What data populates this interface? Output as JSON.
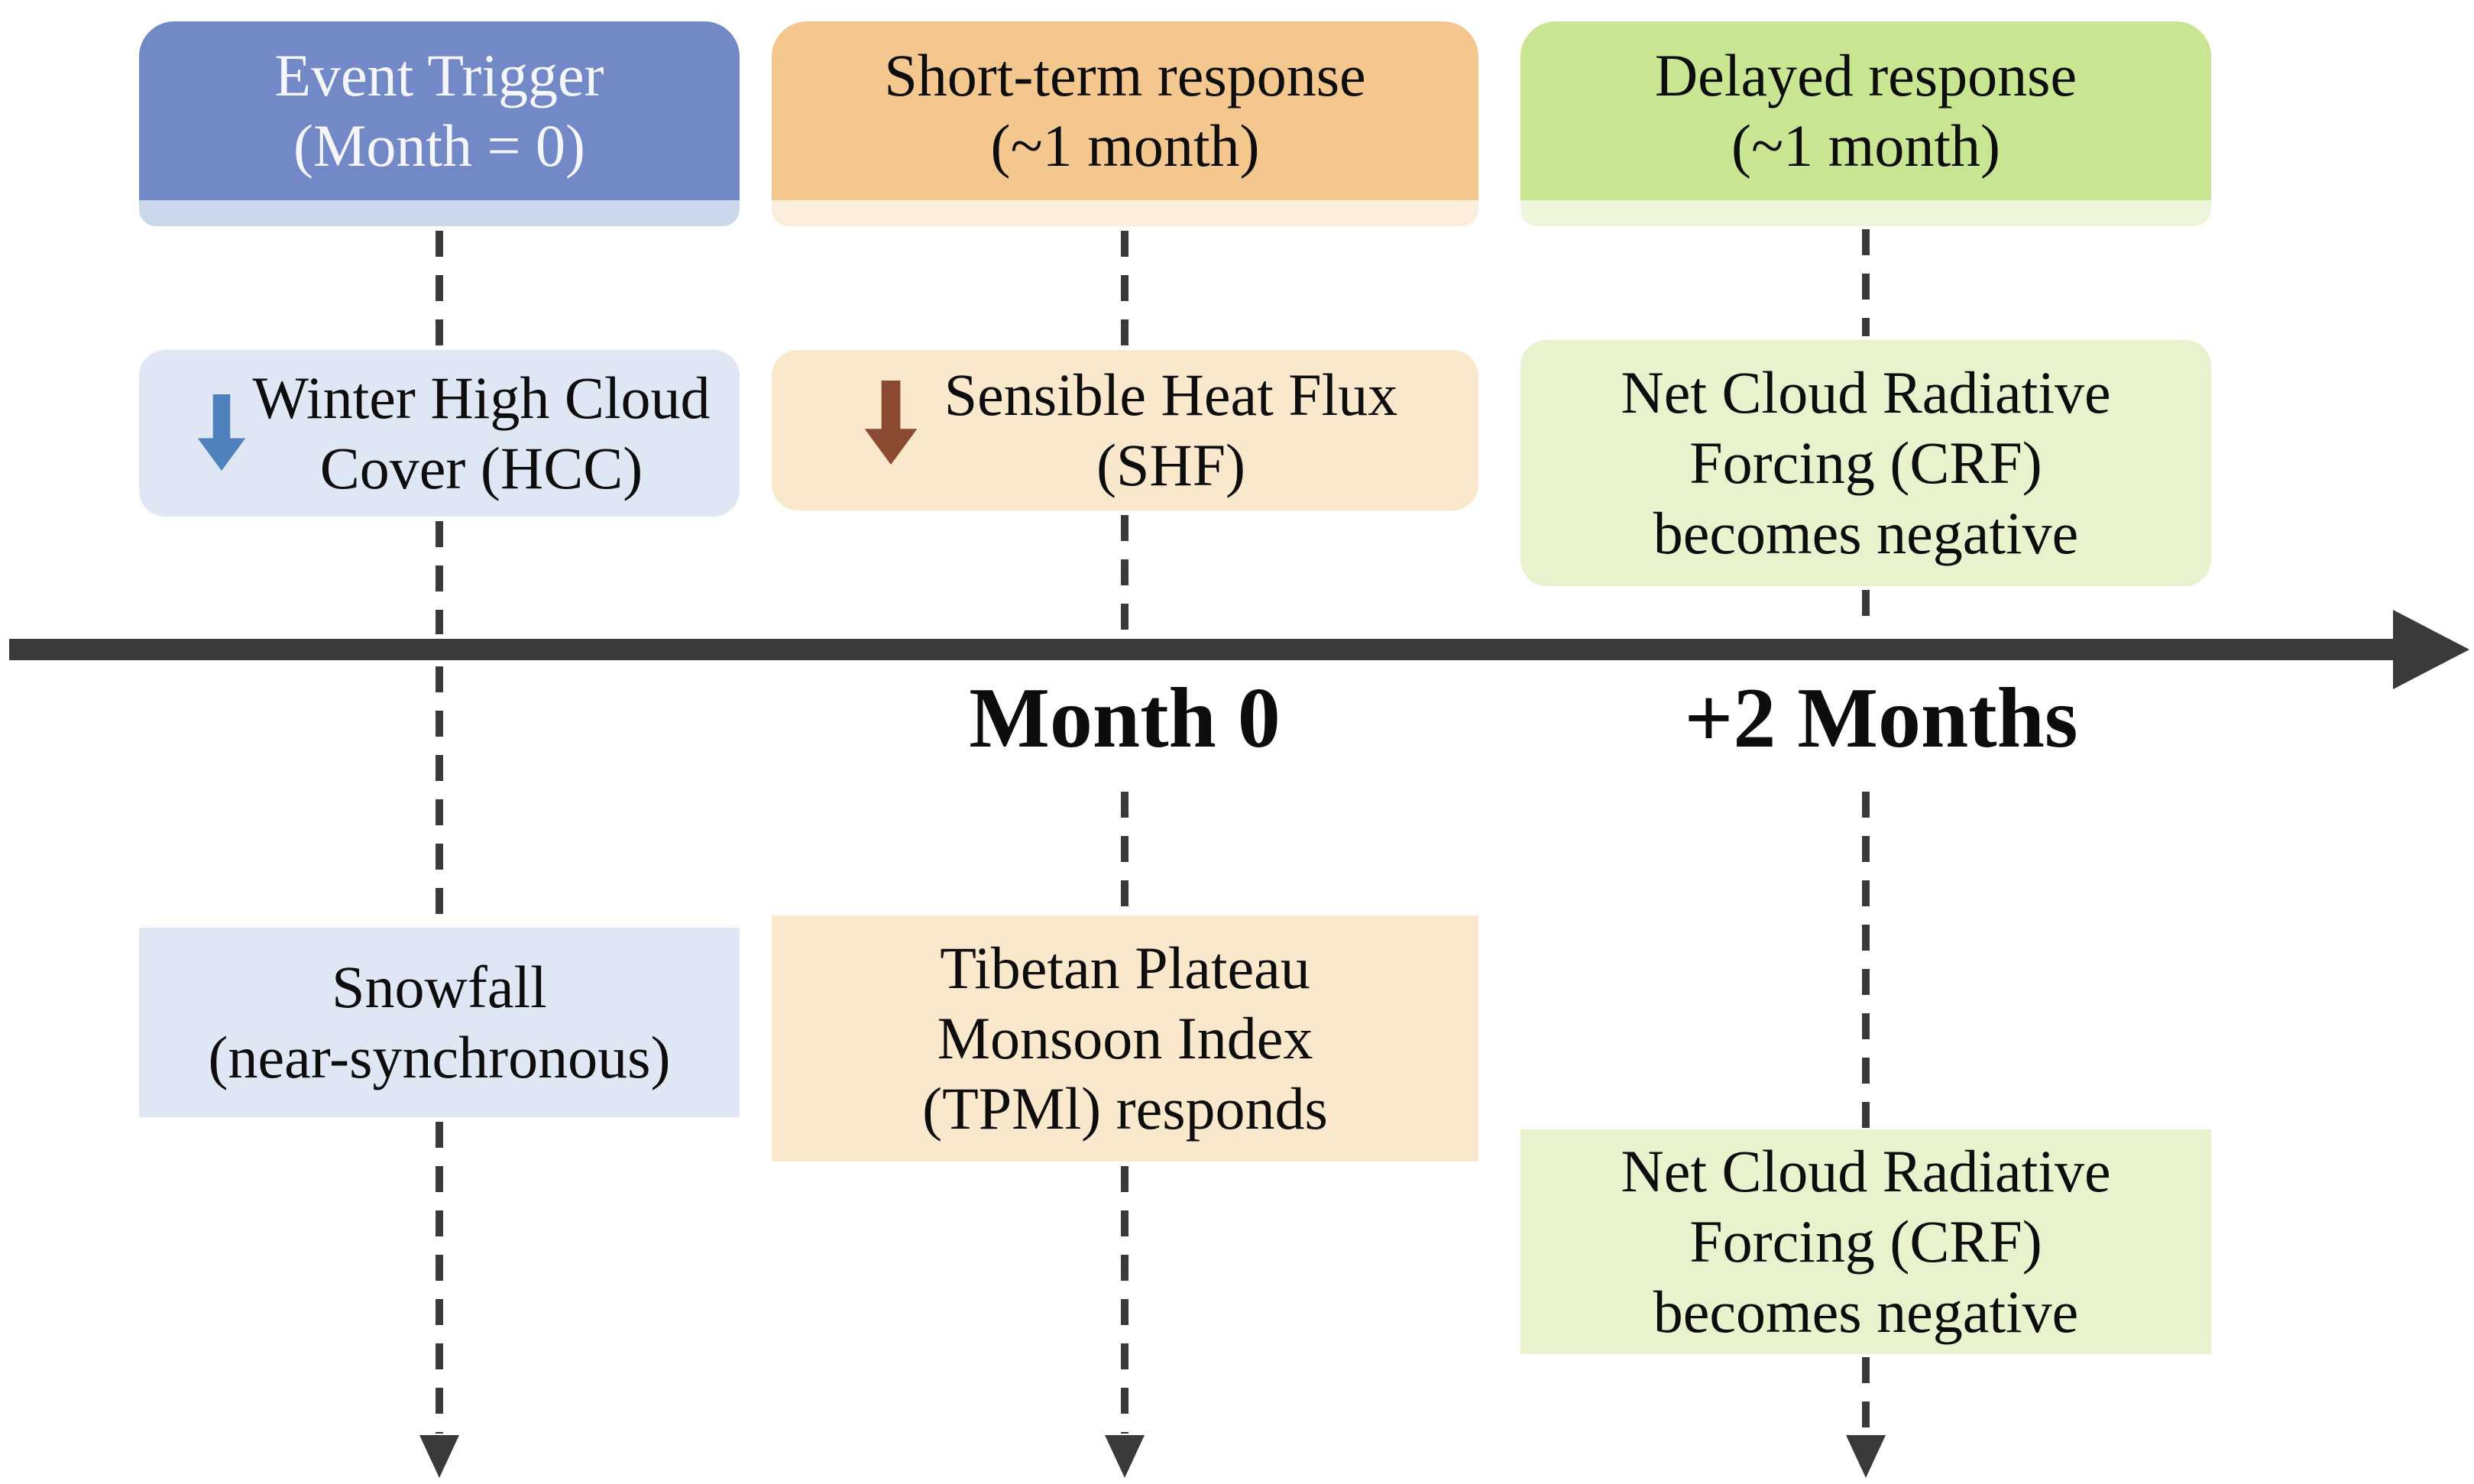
{
  "colors": {
    "header_blue": "#7388c6",
    "header_blue_strip": "#cbd7eb",
    "header_text_light": "#f4f6fb",
    "header_orange": "#f3c78e",
    "header_orange_strip": "#faeddb",
    "header_green": "#c8e592",
    "header_green_strip": "#edf6db",
    "box_blue": "#e0e7f4",
    "box_orange": "#fae8cd",
    "box_green": "#e8f2cd",
    "arrow_blue": "#4f81bd",
    "arrow_brown": "#8c4a32",
    "timeline_dark": "#3a3a3a"
  },
  "icons": {
    "mid_left": "down-arrow-icon",
    "mid_center": "down-arrow-icon",
    "timeline_end": "right-arrowhead-icon",
    "column_end": "down-arrowhead-icon"
  },
  "columns": [
    {
      "id": "event-trigger",
      "header_lines": [
        "Event Trigger",
        "(Month = 0)"
      ],
      "mid_lines": [
        "Winter High Cloud",
        "Cover (HCC)"
      ],
      "bottom_lines": [
        "Snowfall",
        "(near-synchronous)"
      ]
    },
    {
      "id": "short-term-response",
      "header_lines": [
        "Short-term response",
        "(~1 month)"
      ],
      "mid_lines": [
        "Sensible Heat Flux",
        "(SHF)"
      ],
      "bottom_lines": [
        "Tibetan Plateau",
        "Monsoon Index",
        "(TPMl) responds"
      ]
    },
    {
      "id": "delayed-response",
      "header_lines": [
        "Delayed response",
        "(~1 month)"
      ],
      "mid_lines": [
        "Net Cloud Radiative",
        "Forcing (CRF)",
        "becomes negative"
      ],
      "bottom_lines": [
        "Net Cloud Radiative",
        "Forcing (CRF)",
        "becomes negative"
      ]
    }
  ],
  "timeline": {
    "tick_labels": [
      "Month 0",
      "+2 Months"
    ]
  }
}
